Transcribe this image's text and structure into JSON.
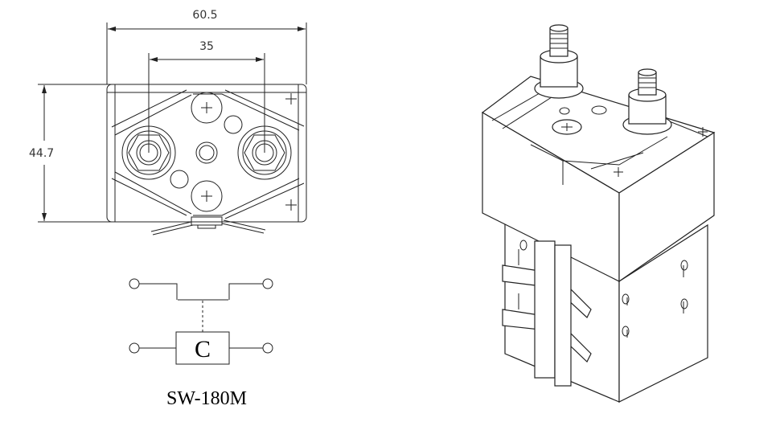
{
  "dimensions": {
    "overall_width": "60.5",
    "terminal_spacing": "35",
    "height": "44.7"
  },
  "schematic": {
    "coil_label": "C"
  },
  "model": "SW-180M"
}
